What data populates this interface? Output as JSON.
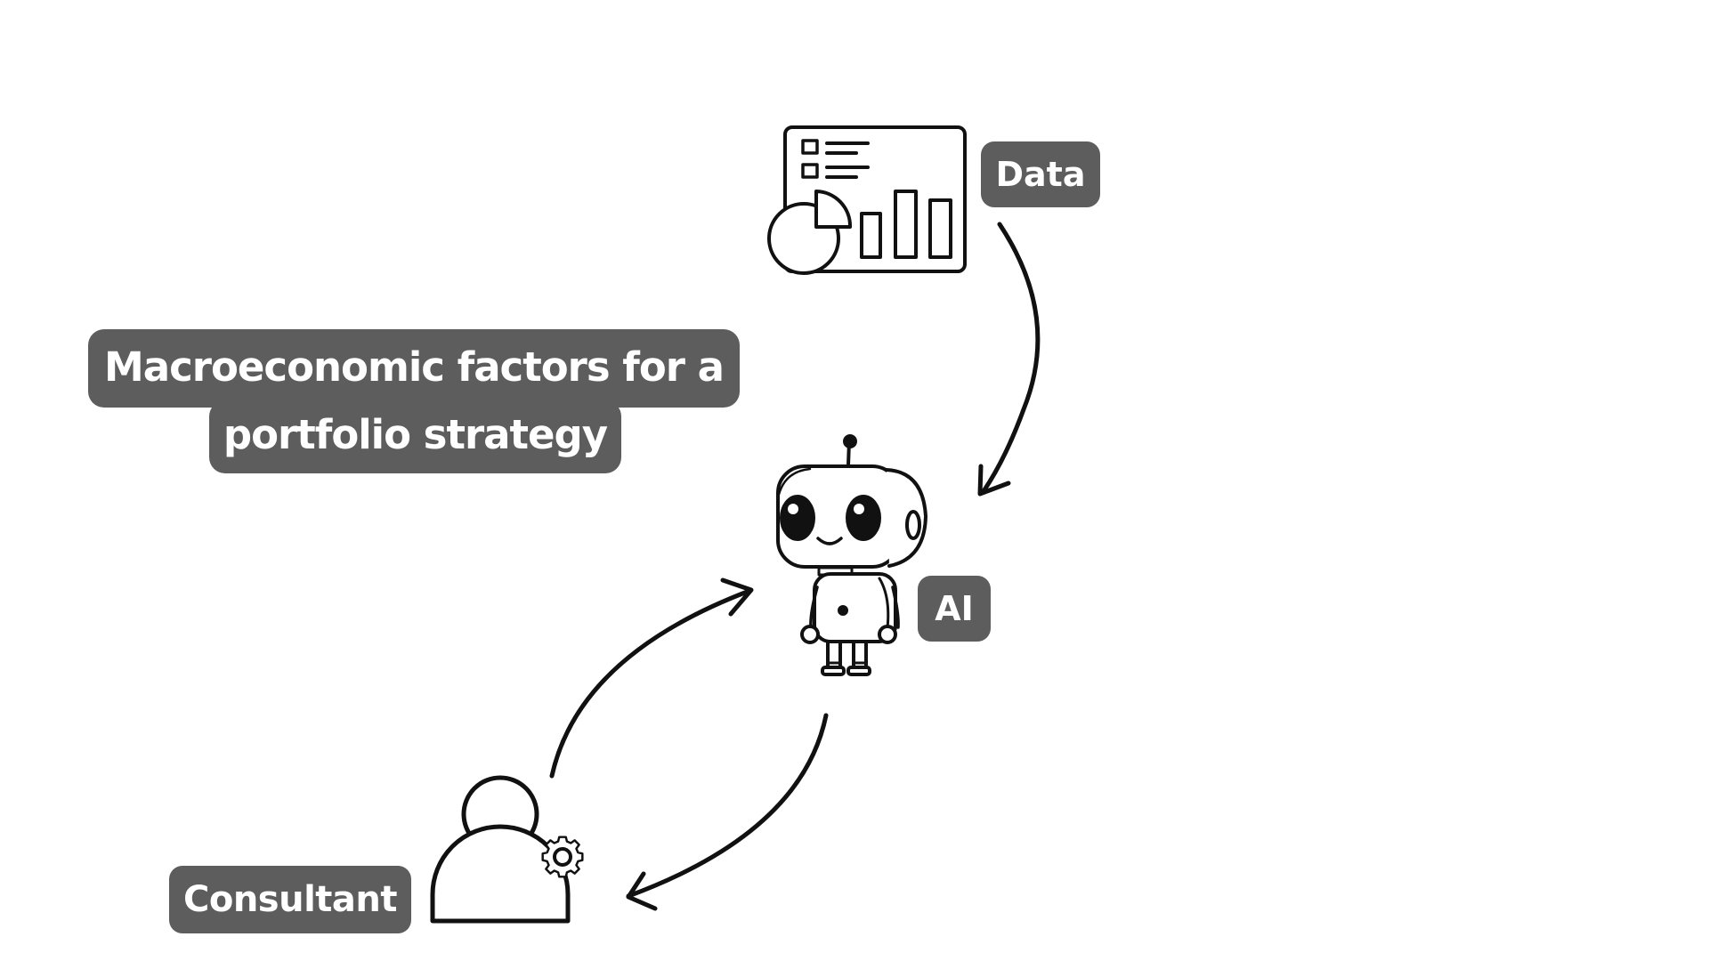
{
  "title": {
    "line1": "Macroeconomic factors for a",
    "line2": "portfolio strategy"
  },
  "nodes": {
    "data": {
      "label": "Data",
      "icon": "dashboard-chart-icon"
    },
    "ai": {
      "label": "AI",
      "icon": "robot-icon"
    },
    "consultant": {
      "label": "Consultant",
      "icon": "person-gear-icon"
    }
  },
  "colors": {
    "label_background": "#5d5d5d",
    "label_text": "#ffffff",
    "stroke": "#111111",
    "background": "#ffffff"
  }
}
